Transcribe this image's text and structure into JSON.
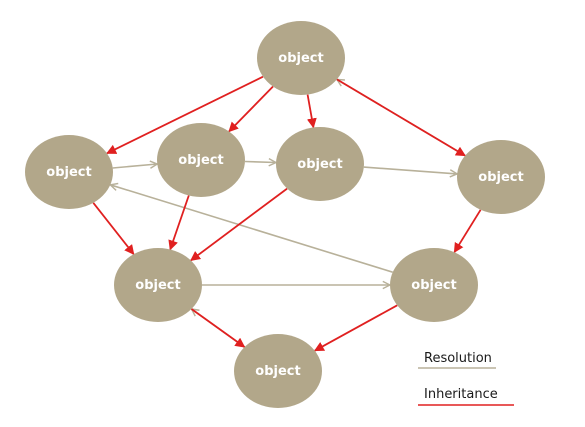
{
  "colors": {
    "node_fill": "#b2a78a",
    "resolution": "#b8b19a",
    "inheritance": "#e02020"
  },
  "nodes": [
    {
      "id": "top",
      "label": "object"
    },
    {
      "id": "left",
      "label": "object"
    },
    {
      "id": "center_left",
      "label": "object"
    },
    {
      "id": "center",
      "label": "object"
    },
    {
      "id": "right",
      "label": "object"
    },
    {
      "id": "lower_left",
      "label": "object"
    },
    {
      "id": "lower_right",
      "label": "object"
    },
    {
      "id": "bottom",
      "label": "object"
    }
  ],
  "edges": [
    {
      "from": "left",
      "to": "center_left",
      "type": "resolution"
    },
    {
      "from": "center_left",
      "to": "center",
      "type": "resolution"
    },
    {
      "from": "center",
      "to": "right",
      "type": "resolution"
    },
    {
      "from": "right",
      "to": "top",
      "type": "resolution"
    },
    {
      "from": "lower_left",
      "to": "lower_right",
      "type": "resolution"
    },
    {
      "from": "lower_right",
      "to": "left",
      "type": "resolution"
    },
    {
      "from": "bottom",
      "to": "lower_left",
      "type": "resolution"
    },
    {
      "from": "top",
      "to": "left",
      "type": "inheritance"
    },
    {
      "from": "top",
      "to": "center_left",
      "type": "inheritance"
    },
    {
      "from": "top",
      "to": "center",
      "type": "inheritance"
    },
    {
      "from": "top",
      "to": "right",
      "type": "inheritance"
    },
    {
      "from": "left",
      "to": "lower_left",
      "type": "inheritance"
    },
    {
      "from": "center_left",
      "to": "lower_left",
      "type": "inheritance"
    },
    {
      "from": "center",
      "to": "lower_left",
      "type": "inheritance"
    },
    {
      "from": "right",
      "to": "lower_right",
      "type": "inheritance"
    },
    {
      "from": "lower_left",
      "to": "bottom",
      "type": "inheritance"
    },
    {
      "from": "lower_right",
      "to": "bottom",
      "type": "inheritance"
    }
  ],
  "legend": {
    "resolution_label": "Resolution",
    "inheritance_label": "Inheritance"
  }
}
